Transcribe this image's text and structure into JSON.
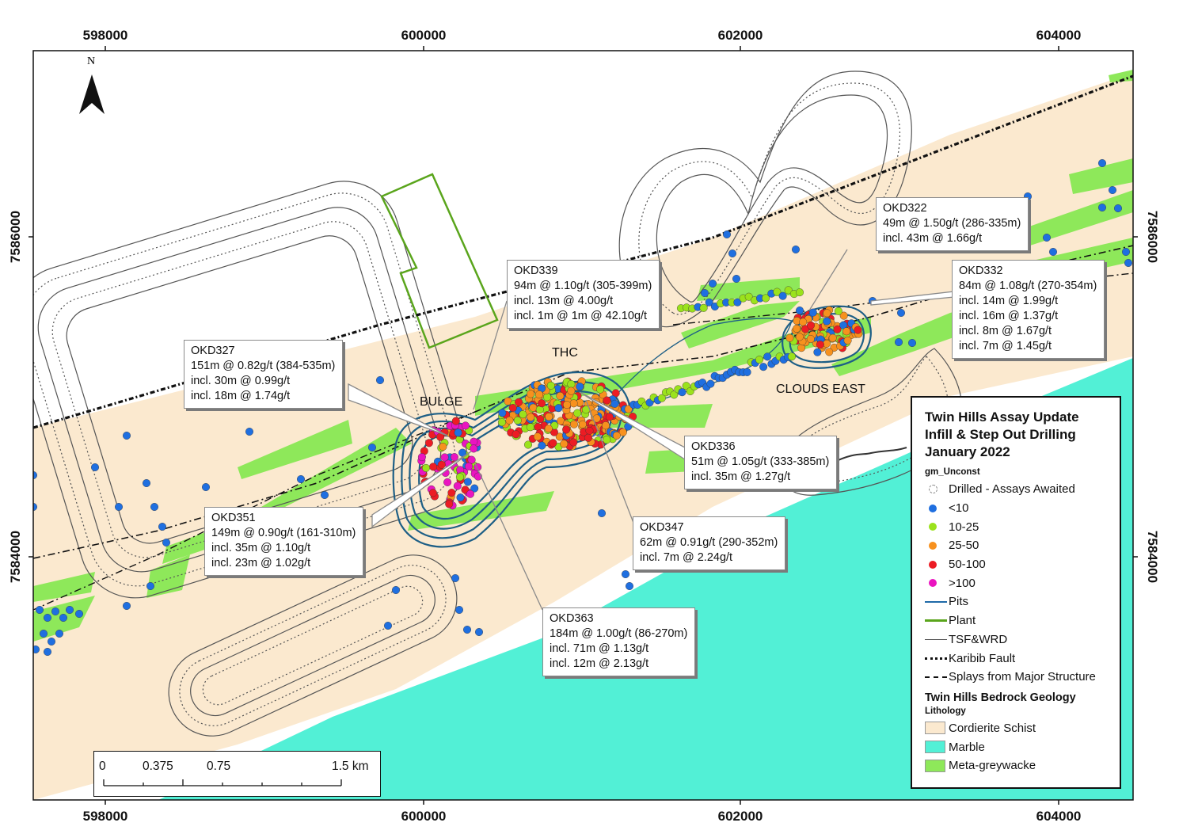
{
  "axes": {
    "top_x_labels": [
      "598000",
      "600000",
      "602000",
      "604000"
    ],
    "bottom_x_labels": [
      "598000",
      "600000",
      "602000",
      "604000"
    ],
    "left_y_labels": [
      "7586000",
      "7584000"
    ],
    "right_y_labels": [
      "7586000",
      "7584000"
    ]
  },
  "north_arrow": {
    "label": "N",
    "icon": "north-arrow-icon"
  },
  "site_labels": {
    "bulge": "BULGE",
    "thc": "THC",
    "clouds_east": "CLOUDS EAST"
  },
  "callouts": [
    {
      "id": "OKD339",
      "lines": [
        "OKD339",
        "94m @ 1.10g/t (305-399m)",
        "incl. 13m @ 4.00g/t",
        "incl. 1m @ 1m @ 42.10g/t"
      ]
    },
    {
      "id": "OKD327",
      "lines": [
        "OKD327",
        "151m @ 0.82g/t (384-535m)",
        "incl. 30m @ 0.99g/t",
        "incl. 18m @ 1.74g/t"
      ]
    },
    {
      "id": "OKD322",
      "lines": [
        "OKD322",
        "49m @ 1.50g/t (286-335m)",
        "incl. 43m @ 1.66g/t"
      ]
    },
    {
      "id": "OKD332",
      "lines": [
        "OKD332",
        "84m @ 1.08g/t (270-354m)",
        "incl. 14m @ 1.99g/t",
        "incl. 16m @ 1.37g/t",
        "incl. 8m @ 1.67g/t",
        "incl. 7m @ 1.45g/t"
      ]
    },
    {
      "id": "OKD336",
      "lines": [
        "OKD336",
        "51m @ 1.05g/t (333-385m)",
        "incl. 35m @ 1.27g/t"
      ]
    },
    {
      "id": "OKD351",
      "lines": [
        "OKD351",
        "149m @ 0.90g/t (161-310m)",
        "incl. 35m @ 1.10g/t",
        "incl. 23m @ 1.02g/t"
      ]
    },
    {
      "id": "OKD347",
      "lines": [
        "OKD347",
        "62m @ 0.91g/t (290-352m)",
        "incl. 7m @ 2.24g/t"
      ]
    },
    {
      "id": "OKD363",
      "lines": [
        "OKD363",
        "184m @ 1.00g/t (86-270m)",
        "incl. 71m @ 1.13g/t",
        "incl. 12m @ 2.13g/t"
      ]
    }
  ],
  "legend": {
    "title_lines": [
      "Twin Hills Assay Update",
      "Infill & Step Out Drilling",
      "January 2022"
    ],
    "grade_field": "gm_Unconst",
    "grade_classes": [
      {
        "label": "Drilled - Assays Awaited",
        "color": "#ffffff"
      },
      {
        "label": "<10",
        "color": "#1f6fe0"
      },
      {
        "label": "10-25",
        "color": "#9be21c"
      },
      {
        "label": "25-50",
        "color": "#f7911e"
      },
      {
        "label": "50-100",
        "color": "#ec1c24"
      },
      {
        "label": ">100",
        "color": "#ea15c0"
      }
    ],
    "line_features": [
      {
        "label": "Pits",
        "color": "#1f6aa8",
        "style": "solid"
      },
      {
        "label": "Plant",
        "color": "#5aa51c",
        "style": "solid-thick"
      },
      {
        "label": "TSF&WRD",
        "color": "#555555",
        "style": "solid"
      },
      {
        "label": "Karibib Fault",
        "color": "#111111",
        "style": "dotted-thick"
      },
      {
        "label": "Splays from Major Structure",
        "color": "#111111",
        "style": "dash-dot"
      }
    ],
    "geology_title": "Twin Hills Bedrock Geology",
    "lithology_title": "Lithology",
    "lithology": [
      {
        "label": "Cordierite Schist",
        "color": "#fbe9cf"
      },
      {
        "label": "Marble",
        "color": "#52f0d6"
      },
      {
        "label": "Meta-greywacke",
        "color": "#8ee85a"
      }
    ]
  },
  "scale_bar": {
    "labels": [
      "0",
      "0.375",
      "0.75",
      "1.5 km"
    ]
  }
}
